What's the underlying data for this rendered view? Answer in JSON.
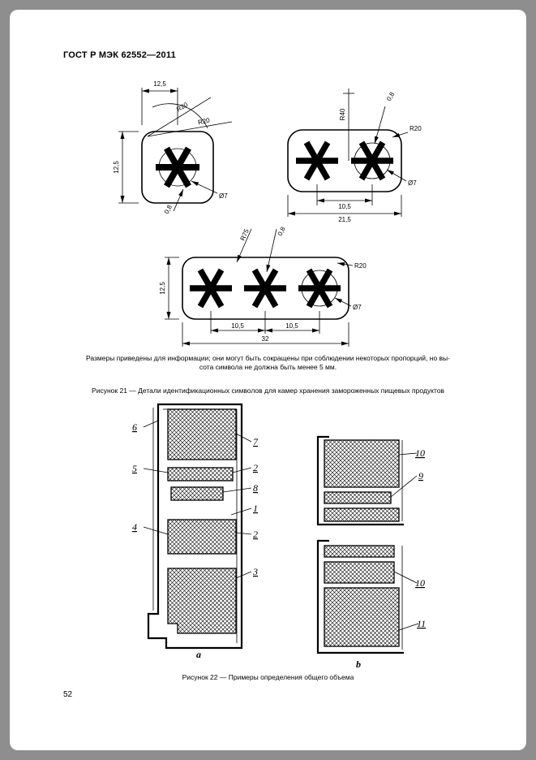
{
  "header": {
    "title": "ГОСТ Р МЭК 62552—2011"
  },
  "footer": {
    "page_number": "52"
  },
  "note": {
    "line1": "Размеры приведены для информации; они могут быть сокращены при соблюдении некоторых пропорций, но вы-",
    "line2": "сота символа не должна быть менее 5 мм."
  },
  "figure21": {
    "caption": "Рисунок 21 — Детали идентификационных символов для камер хранения замороженных пищевых продуктов",
    "d1": {
      "w": "12,5",
      "h": "12,5",
      "r1": "R20",
      "r2": "R20",
      "dia": "Ø7",
      "t": "0,8"
    },
    "d2": {
      "r_top": "R40",
      "t": "0,8",
      "r_corner": "R20",
      "dia": "Ø7",
      "pitch": "10,5",
      "w": "21,5"
    },
    "d3": {
      "h": "12,5",
      "r_top": "R75",
      "t": "0,8",
      "r_corner": "R20",
      "dia": "Ø7",
      "pitch1": "10,5",
      "pitch2": "10,5",
      "w": "32"
    }
  },
  "figure22": {
    "caption": "Рисунок 22 — Примеры определения общего объема",
    "label_a": "а",
    "label_b": "b",
    "a": {
      "c6": "6",
      "c5": "5",
      "c4": "4",
      "c7": "7",
      "c2a": "2",
      "c8": "8",
      "c1": "1",
      "c2b": "2",
      "c3": "3"
    },
    "b": {
      "c10a": "10",
      "c9": "9",
      "c10b": "10",
      "c11": "11"
    }
  }
}
